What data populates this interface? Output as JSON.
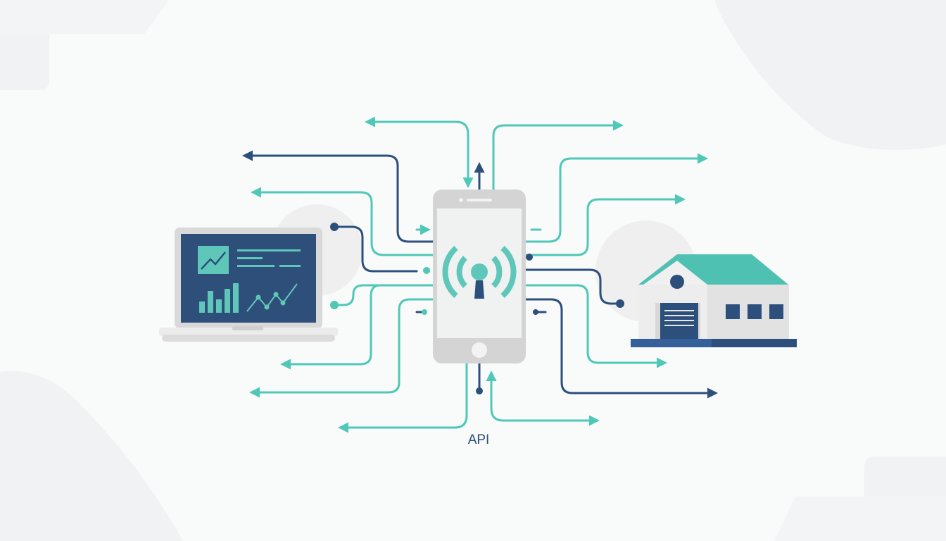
{
  "diagram": {
    "center_label": "API",
    "nodes": [
      "laptop-dashboard",
      "smartphone-antenna",
      "warehouse-building"
    ],
    "colors": {
      "teal": "#4fc8b8",
      "navy": "#2c4f7c",
      "device_gray": "#d4d4d4",
      "screen": "#f0f1f1",
      "background": "#f9fafa"
    }
  }
}
